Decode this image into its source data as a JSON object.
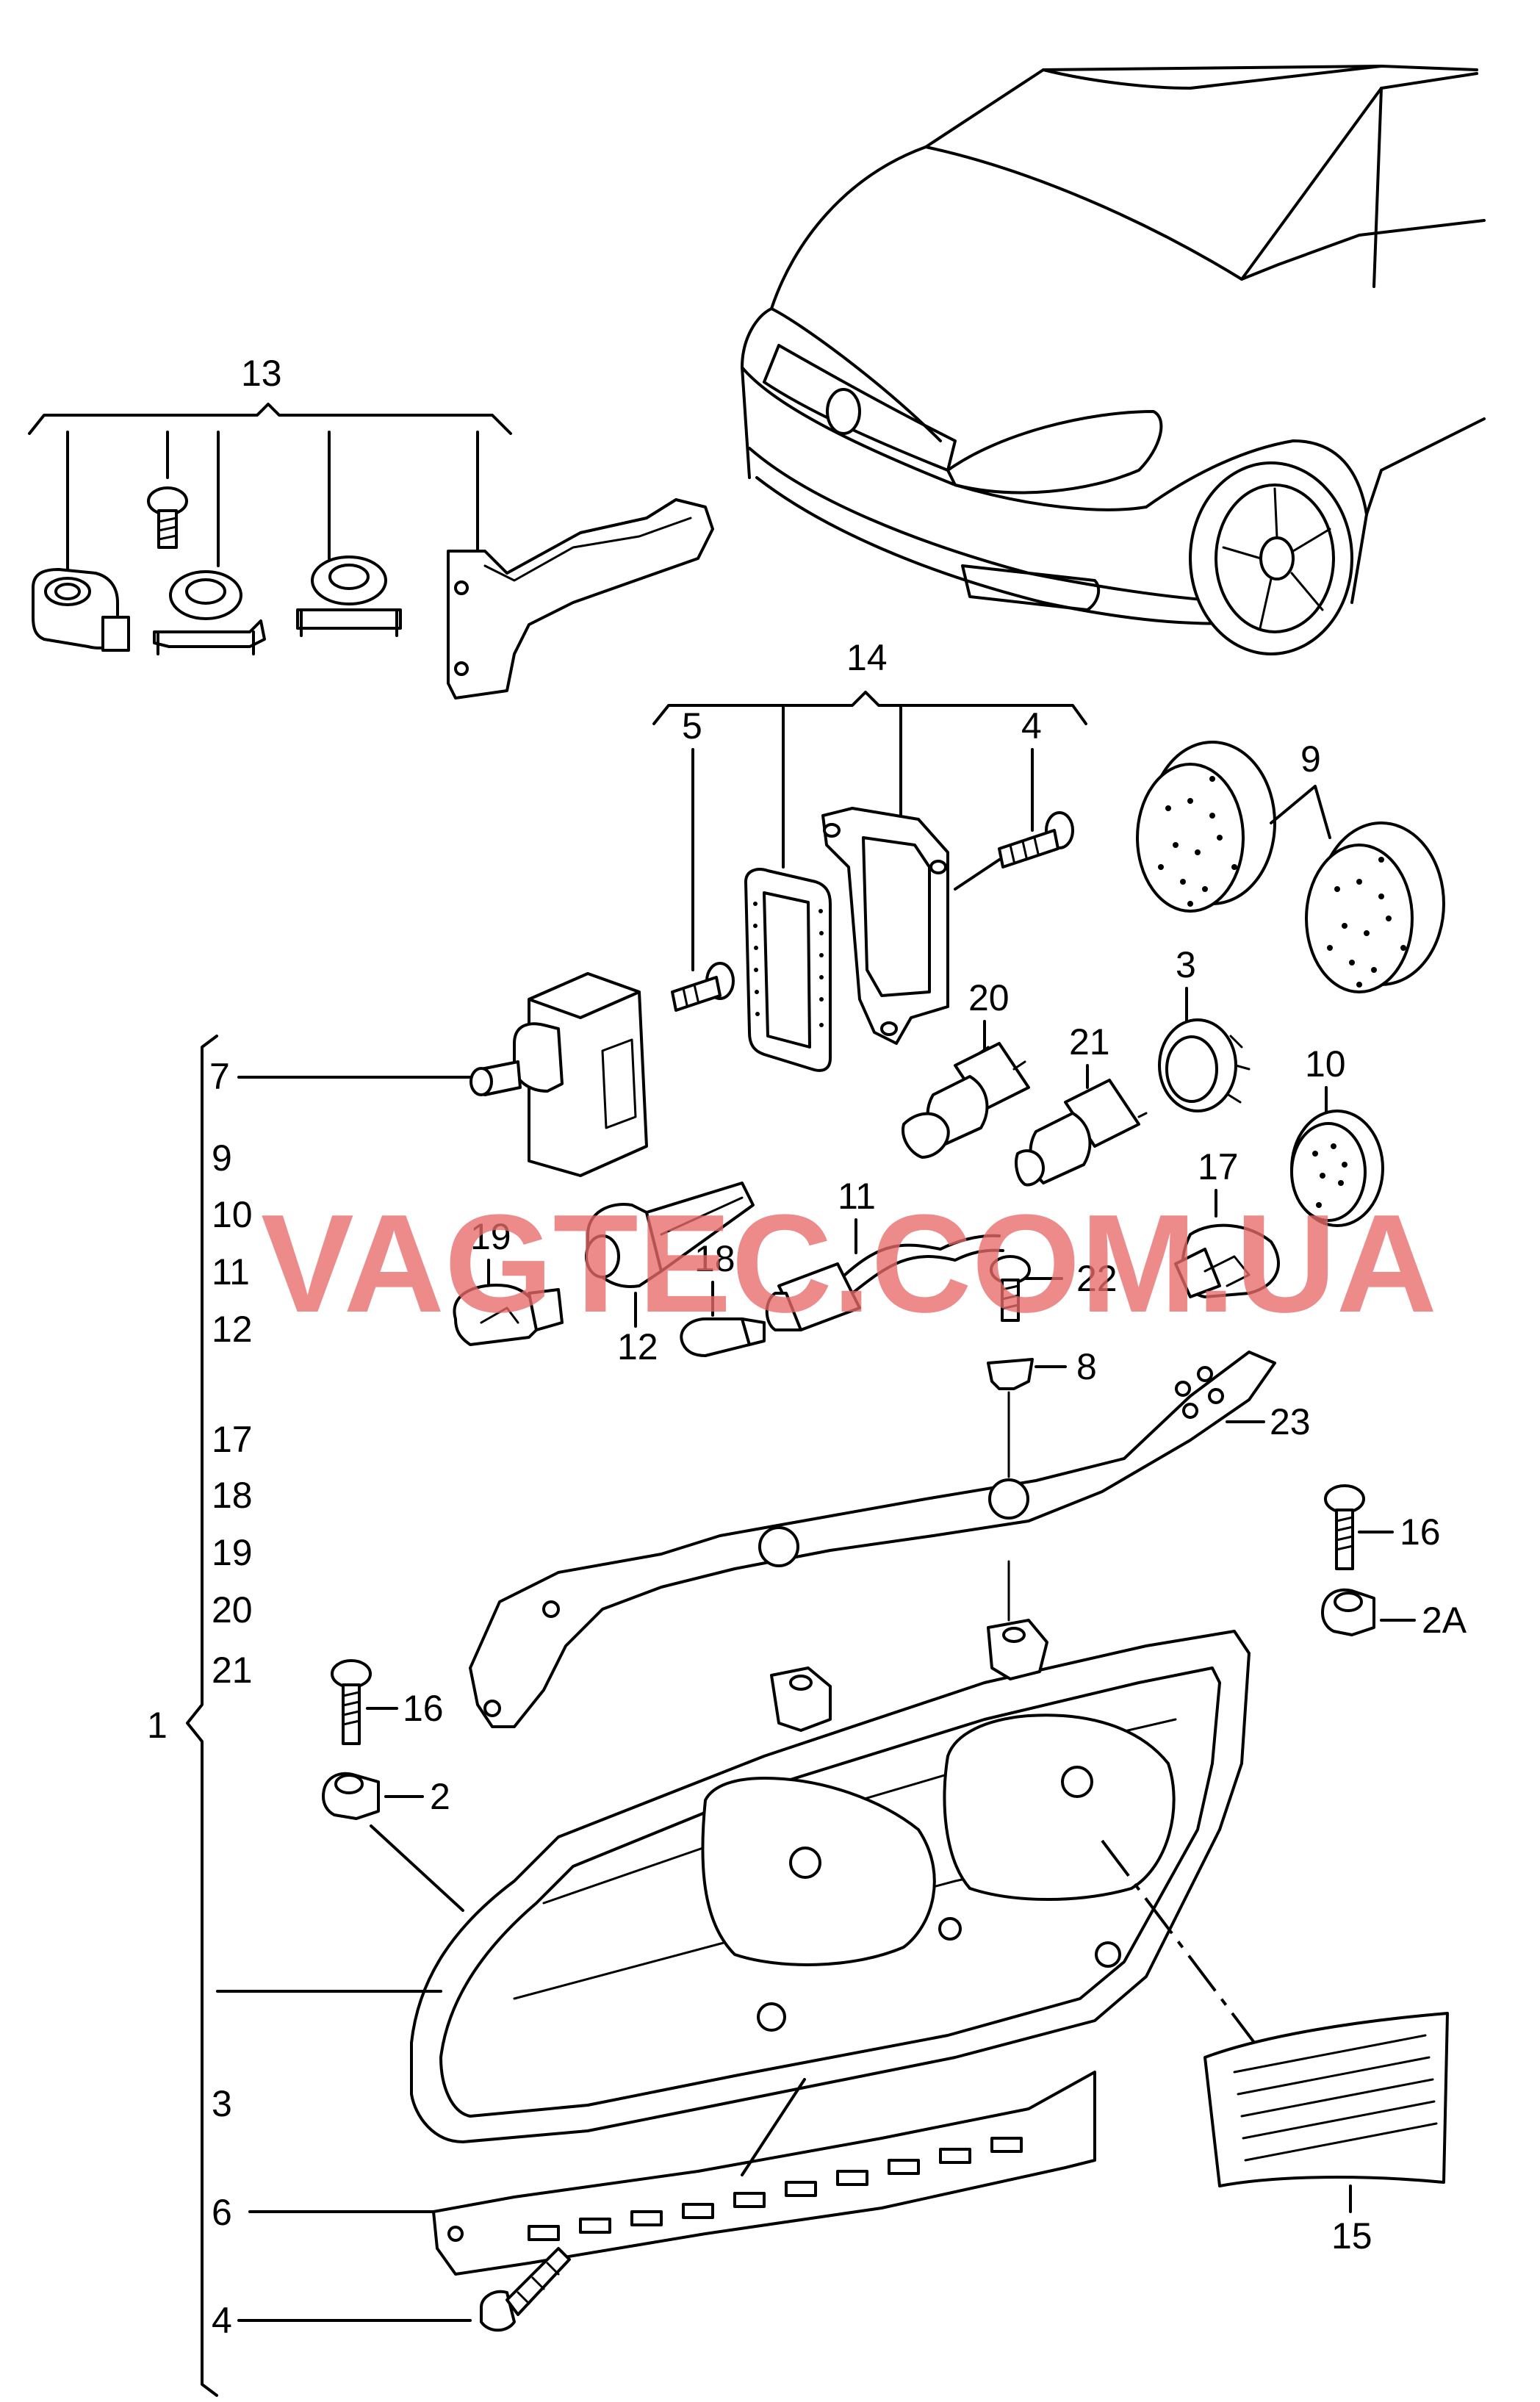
{
  "watermark": "VAGTEC.COM.UA",
  "callouts": {
    "c13": "13",
    "c14": "14",
    "c5": "5",
    "c4_top": "4",
    "c9_right": "9",
    "c20_bulb": "20",
    "c21_bulb": "21",
    "c3_ring": "3",
    "c10_cap": "10",
    "c7": "7",
    "c11_harness": "11",
    "c17_bulb": "17",
    "c19_bulb": "19",
    "c18_bulb": "18",
    "c22": "22",
    "c12_socket": "12",
    "c8": "8",
    "c23": "23",
    "c16_right": "16",
    "c2A": "2A",
    "c16_left": "16",
    "c2": "2",
    "c1": "1",
    "c15": "15",
    "c6": "6",
    "c4_bottom": "4",
    "c3_list": "3"
  },
  "bracket_list": [
    "9",
    "10",
    "11",
    "12",
    "17",
    "18",
    "19",
    "20",
    "21"
  ]
}
